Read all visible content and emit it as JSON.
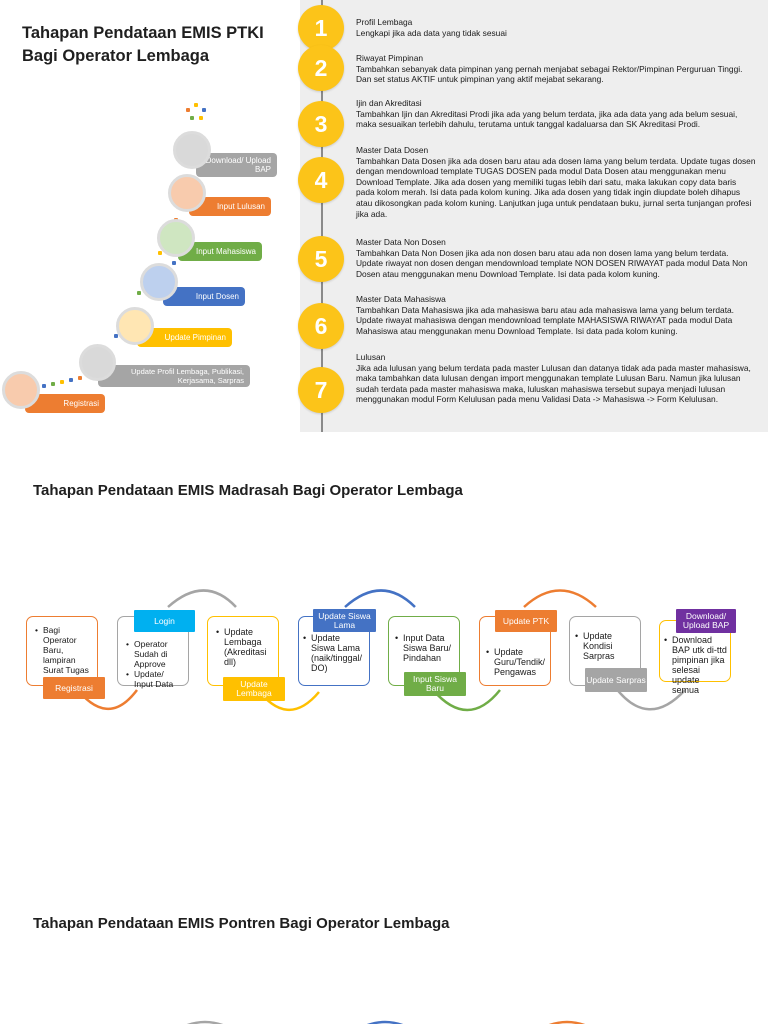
{
  "ptki": {
    "title": "Tahapan Pendataan EMIS PTKI Bagi Operator Lembaga",
    "steps": [
      {
        "num": "1",
        "title": "Profil Lembaga",
        "desc": "Lengkapi jika ada data yang tidak sesuai"
      },
      {
        "num": "2",
        "title": "Riwayat Pimpinan",
        "desc": "Tambahkan sebanyak data pimpinan yang pernah menjabat sebagai Rektor/Pimpinan Perguruan Tinggi. Dan set status AKTIF untuk pimpinan yang aktif mejabat sekarang."
      },
      {
        "num": "3",
        "title": "Ijin dan Akreditasi",
        "desc": "Tambahkan Ijin dan Akreditasi Prodi jika ada yang belum terdata, jika ada data yang ada belum sesuai, maka sesuaikan terlebih dahulu, terutama untuk tanggal kadaluarsa dan SK Akreditasi Prodi."
      },
      {
        "num": "4",
        "title": "Master Data Dosen",
        "desc": "Tambahkan Data Dosen jika ada dosen baru atau ada dosen lama yang belum terdata. Update tugas dosen dengan mendownload template TUGAS DOSEN pada modul Data Dosen atau menggunakan menu Download Template. Jika ada dosen yang memiliki tugas lebih dari satu, maka lakukan copy data baris pada kolom merah. Isi data pada kolom kuning. Jika ada dosen yang tidak ingin diupdate boleh dihapus atau dikosongkan pada kolom kuning. Lanjutkan juga untuk pendataan buku, jurnal serta tunjangan profesi jika ada."
      },
      {
        "num": "5",
        "title": "Master Data Non Dosen",
        "desc": "Tambahkan Data Non Dosen jika ada non dosen baru atau ada non dosen lama yang belum terdata. Update riwayat non dosen dengan mendownload template NON DOSEN RIWAYAT pada modul Data Non Dosen atau menggunakan menu Download Template. Isi data pada kolom kuning."
      },
      {
        "num": "6",
        "title": "Master Data Mahasiswa",
        "desc": "Tambahkan Data Mahasiswa jika ada mahasiswa baru atau ada mahasiswa lama yang belum terdata. Update riwayat mahasiswa dengan mendownload template MAHASISWA RIWAYAT pada modul Data Mahasiswa atau menggunakan menu Download Template. Isi data pada kolom kuning."
      },
      {
        "num": "7",
        "title": "Lulusan",
        "desc": "Jika ada lulusan yang belum terdata pada master Lulusan dan datanya tidak ada pada master mahasiswa, maka tambahkan data lulusan dengan import menggunakan template Lulusan Baru. Namun jika lulusan sudah terdata pada master mahasiswa maka, luluskan mahasiswa tersebut supaya menjadi lulusan menggunakan modul Form Kelulusan pada menu Validasi Data -> Mahasiswa -> Form Kelulusan."
      }
    ],
    "stairs": [
      {
        "label": "Registrasi",
        "color": "#ed7d31",
        "circle": "#f8cbad"
      },
      {
        "label": "Update Profil Lembaga, Publikasi, Kerjasama, Sarpras",
        "color": "#a5a5a5",
        "circle": "#d9d9d9"
      },
      {
        "label": "Update Pimpinan",
        "color": "#ffc000",
        "circle": "#ffe6b3"
      },
      {
        "label": "Input Dosen",
        "color": "#4472c4",
        "circle": "#bdd0ee"
      },
      {
        "label": "Input Mahasiswa",
        "color": "#70ad47",
        "circle": "#cfe6c1"
      },
      {
        "label": "Input Lulusan",
        "color": "#ed7d31",
        "circle": "#f8cbad"
      },
      {
        "label": "Download/ Upload BAP",
        "color": "#a5a5a5",
        "circle": "#d9d9d9"
      }
    ]
  },
  "madrasah": {
    "title": "Tahapan Pendataan EMIS Madrasah Bagi Operator Lembaga",
    "steps": [
      {
        "label": "Registrasi",
        "color": "#ed7d31",
        "items": [
          "Bagi Operator Baru, lampiran Surat Tugas"
        ]
      },
      {
        "label": "Login",
        "color": "#00b0f0",
        "items": [
          "Operator Sudah di Approve",
          "Update/ Input Data"
        ]
      },
      {
        "label": "Update Lembaga",
        "color": "#ffc000",
        "items": [
          "Update Lembaga (Akreditasi dll)"
        ]
      },
      {
        "label": "Update Siswa Lama",
        "color": "#4472c4",
        "items": [
          "Update Siswa Lama (naik/tinggal/ DO)"
        ]
      },
      {
        "label": "Input Siswa Baru",
        "color": "#70ad47",
        "items": [
          "Input Data Siswa Baru/ Pindahan"
        ]
      },
      {
        "label": "Update PTK",
        "color": "#ed7d31",
        "items": [
          "Update Guru/Tendik/ Pengawas"
        ]
      },
      {
        "label": "Update Sarpras",
        "color": "#a5a5a5",
        "items": [
          "Update Kondisi Sarpras"
        ]
      },
      {
        "label": "Download/ Upload BAP",
        "color": "#7030a0",
        "items": [
          "Download BAP utk di-ttd pimpinan jika selesai update semua"
        ]
      }
    ]
  },
  "pontren": {
    "title": "Tahapan Pendataan EMIS Pontren Bagi Operator Lembaga"
  }
}
